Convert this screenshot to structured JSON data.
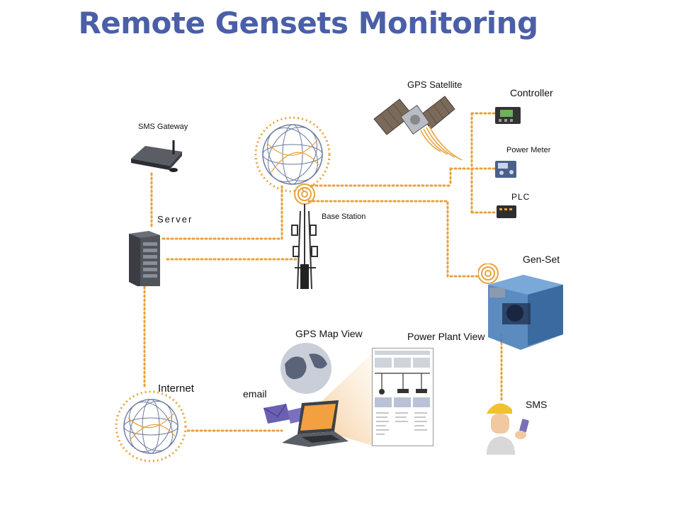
{
  "title": "Remote Gensets Monitoring",
  "labels": {
    "sms_gateway": "SMS Gateway",
    "server": "Server",
    "base_station": "Base Station",
    "gps_satellite": "GPS Satellite",
    "controller": "Controller",
    "power_meter": "Power Meter",
    "plc": "PLC",
    "gen_set": "Gen-Set",
    "internet": "Internet",
    "email": "email",
    "gps_map_view": "GPS Map View",
    "power_plant_view": "Power Plant View",
    "sms": "SMS"
  },
  "colors": {
    "title": "#4a5fa8",
    "link_dots": "#e8a23a",
    "satellite_waves": "#e8a23a"
  }
}
